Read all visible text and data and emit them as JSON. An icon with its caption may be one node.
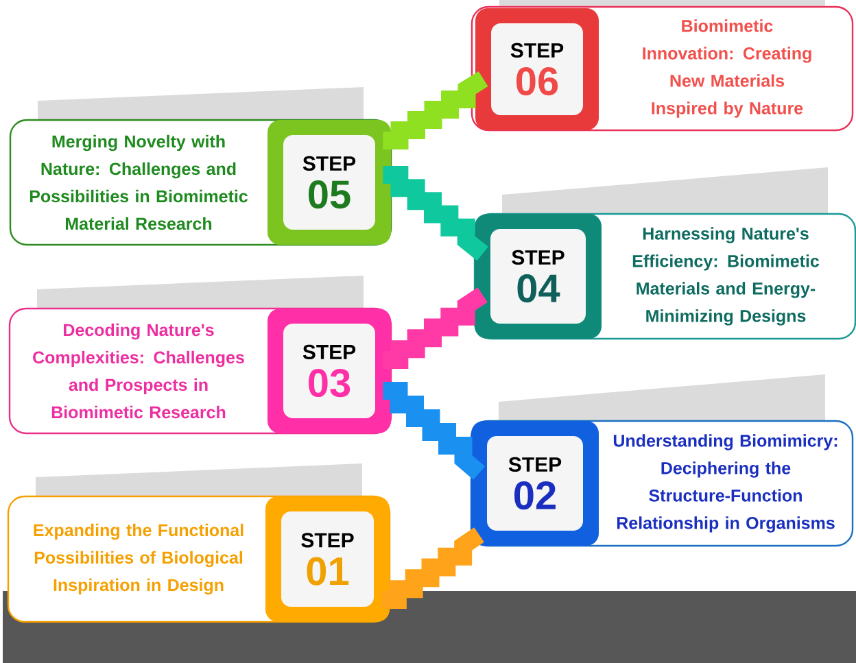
{
  "diagram": {
    "nodes": [
      {
        "text": [
          "Biomimetic Innovation: Creating New Materials Inspired by Nature"
        ]
      },
      {
        "text": [
          "STEP",
          "06"
        ],
        "in": 0
      },
      {
        "text": [
          "Merging Novelty with Nature: Challenges and Possibilities in Biomimetic Material Research"
        ]
      },
      {
        "text": [
          "STEP",
          "05"
        ],
        "in": 2
      },
      {
        "text": [
          "Harnessing Nature's Efficiency: Biomimetic Materials and Energy-Minimizing Designs"
        ]
      },
      {
        "text": [
          "STEP",
          "04"
        ],
        "in": 4
      },
      {
        "text": [
          "Decoding Nature's Complexities: Challenges and Prospects in Biomimetic Research"
        ]
      },
      {
        "text": [
          "STEP",
          "03"
        ],
        "in": 6
      },
      {
        "text": [
          "Understanding Biomimicry: Deciphering the Structure-Function Relationship in Organisms"
        ]
      },
      {
        "text": [
          "STEP",
          "02"
        ],
        "in": 8
      },
      {
        "text": [
          "Expanding the Functional Possibilities of Biological Inspiration in Design"
        ]
      },
      {
        "text": [
          "STEP",
          "01"
        ],
        "in": 10
      }
    ],
    "edges": [
      {
        "from": 11,
        "to": 9,
        "arrow": "none",
        "color": "#ffa41a"
      },
      {
        "from": 9,
        "to": 7,
        "arrow": "none",
        "color": "#1a90f0"
      },
      {
        "from": 7,
        "to": 5,
        "arrow": "none",
        "color": "#ff3aa6"
      },
      {
        "from": 5,
        "to": 3,
        "arrow": "none",
        "color": "#10c89e"
      },
      {
        "from": 3,
        "to": 1,
        "arrow": "none",
        "color": "#8fe020"
      }
    ]
  }
}
